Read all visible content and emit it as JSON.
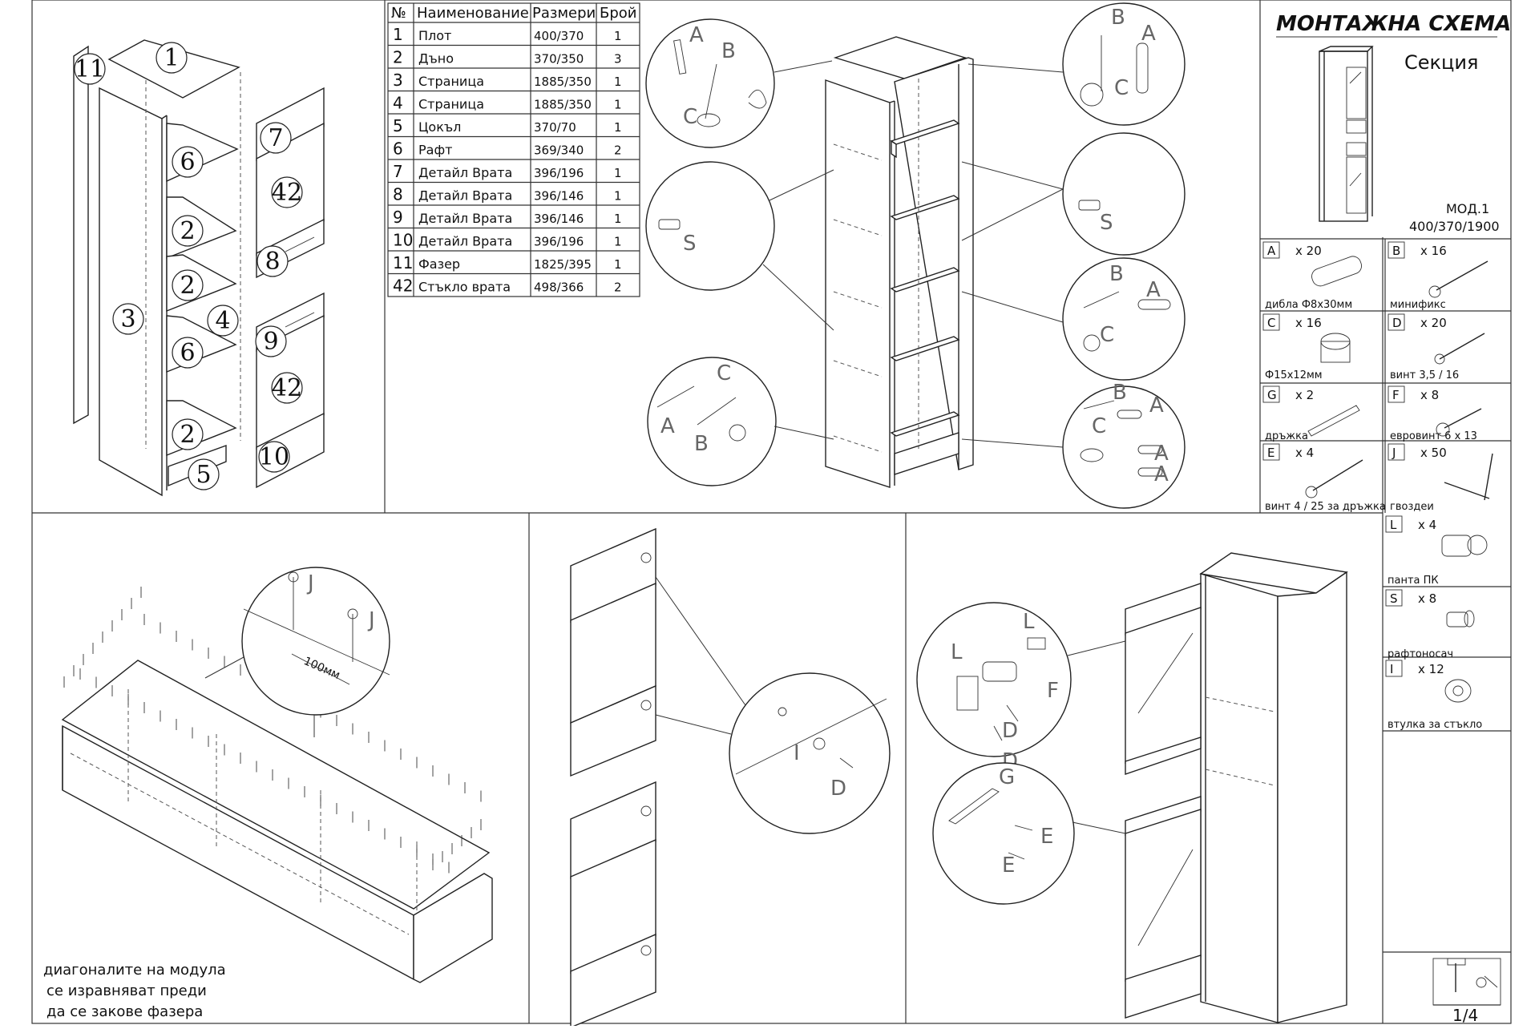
{
  "title": "МОНТАЖНА СХЕМА",
  "subtitle": "Секция",
  "model": {
    "code": "МОД.1",
    "dims": "400/370/1900"
  },
  "page": "1/4",
  "note": [
    "диагоналите на модула",
    "се изравняват преди",
    "да се закове фазера"
  ],
  "parts_table": {
    "headers": [
      "№",
      "Наименование",
      "Размери",
      "Брой"
    ],
    "rows": [
      {
        "no": "1",
        "name": "Плот",
        "size": "400/370",
        "qty": "1"
      },
      {
        "no": "2",
        "name": "Дъно",
        "size": "370/350",
        "qty": "3"
      },
      {
        "no": "3",
        "name": "Страница",
        "size": "1885/350",
        "qty": "1"
      },
      {
        "no": "4",
        "name": "Страница",
        "size": "1885/350",
        "qty": "1"
      },
      {
        "no": "5",
        "name": "Цокъл",
        "size": "370/70",
        "qty": "1"
      },
      {
        "no": "6",
        "name": "Рафт",
        "size": "369/340",
        "qty": "2"
      },
      {
        "no": "7",
        "name": "Детайл Врата",
        "size": "396/196",
        "qty": "1"
      },
      {
        "no": "8",
        "name": "Детайл Врата",
        "size": "396/146",
        "qty": "1"
      },
      {
        "no": "9",
        "name": "Детайл Врата",
        "size": "396/146",
        "qty": "1"
      },
      {
        "no": "10",
        "name": "Детайл Врата",
        "size": "396/196",
        "qty": "1"
      },
      {
        "no": "11",
        "name": "Фазер",
        "size": "1825/395",
        "qty": "1"
      },
      {
        "no": "42",
        "name": "Стъкло врата",
        "size": "498/366",
        "qty": "2"
      }
    ]
  },
  "hardware": [
    {
      "code": "A",
      "qty": "x 20",
      "name": "дибла  Ф8х30мм",
      "icon": "dowel-icon"
    },
    {
      "code": "B",
      "qty": "x 16",
      "name": "минификс",
      "icon": "minifix-bolt-icon"
    },
    {
      "code": "C",
      "qty": "x 16",
      "name": "Ф15х12мм",
      "icon": "cam-lock-icon"
    },
    {
      "code": "D",
      "qty": "x 20",
      "name": "винт 3,5 / 16",
      "icon": "screw-icon"
    },
    {
      "code": "G",
      "qty": "x 2",
      "name": "дръжка",
      "icon": "handle-icon"
    },
    {
      "code": "F",
      "qty": "x 8",
      "name": "евровинт 6 х 13",
      "icon": "euro-screw-icon"
    },
    {
      "code": "E",
      "qty": "x 4",
      "name": "винт 4 / 25 за дръжка",
      "icon": "handle-screw-icon"
    },
    {
      "code": "J",
      "qty": "x 50",
      "name": "гвоздеи",
      "icon": "nail-icon"
    },
    {
      "code": "L",
      "qty": "x 4",
      "name": "панта ПК",
      "icon": "hinge-icon"
    },
    {
      "code": "S",
      "qty": "x 8",
      "name": "рафтоносач",
      "icon": "shelf-support-icon"
    },
    {
      "code": "I",
      "qty": "x 12",
      "name": "втулка за стъкло",
      "icon": "glass-bushing-icon"
    }
  ],
  "explode_labels": {
    "top": "1",
    "back": "11",
    "side_left": "3",
    "side_right": "4",
    "shelf_a": "6",
    "bottom_a": "2",
    "bottom_b": "2",
    "shelf_b": "6",
    "bottom_c": "2",
    "plinth": "5",
    "door_top_rail": "7",
    "glass_top": "42",
    "door_mid_rail_a": "8",
    "door_mid_rail_b": "9",
    "glass_bottom": "42",
    "door_bottom_rail": "10"
  },
  "callout_letters": {
    "c1": [
      "A",
      "B",
      "C"
    ],
    "c2": [
      "S"
    ],
    "c3": [
      "A",
      "C",
      "B"
    ],
    "c4": [
      "B",
      "A",
      "C"
    ],
    "c5": [
      "S"
    ],
    "c6": [
      "B",
      "A",
      "C"
    ],
    "c7": [
      "B",
      "A",
      "C",
      "A",
      "A"
    ],
    "nails": [
      "J",
      "J"
    ],
    "nail_spacing": "100мм",
    "door": [
      "I",
      "D"
    ],
    "hinge": [
      "L",
      "L",
      "F",
      "D",
      "D"
    ],
    "handle": [
      "G",
      "E",
      "E"
    ]
  }
}
